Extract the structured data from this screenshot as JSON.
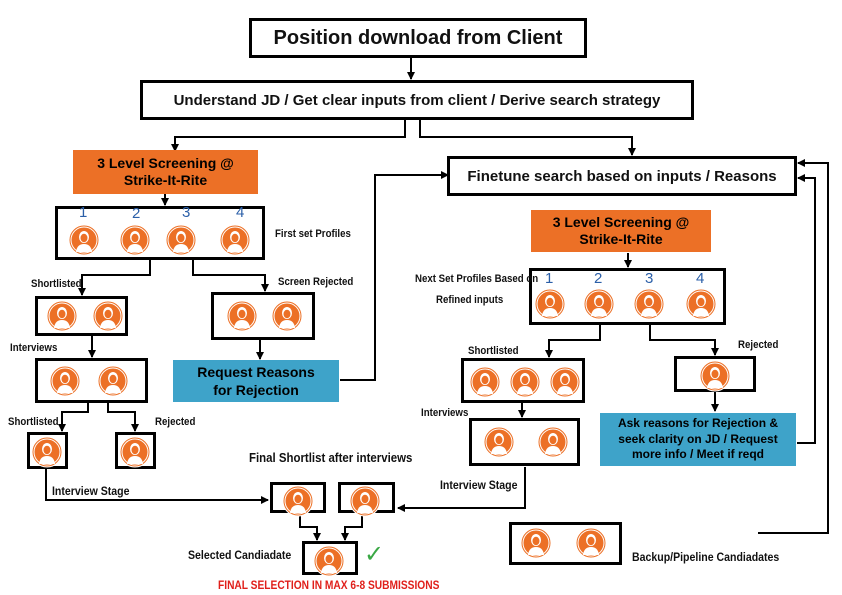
{
  "boxes": {
    "position_download": "Position download from Client",
    "understand_jd": "Understand JD / Get clear inputs from client / Derive search strategy",
    "finetune": "Finetune search based on inputs / Reasons"
  },
  "screening_left": "3 Level Screening @ Strike-It-Rite",
  "screening_right": "3 Level Screening @ Strike-It-Rite",
  "request_reasons": "Request Reasons for Rejection",
  "ask_reasons": "Ask reasons for Rejection & seek clarity on JD / Request more info / Meet if reqd",
  "numbers": [
    "1",
    "2",
    "3",
    "4"
  ],
  "labels": {
    "first_set": "First set Profiles",
    "shortlisted_1": "Shortlisted",
    "screen_rejected": "Screen Rejected",
    "interviews_left": "Interviews",
    "shortlisted_2": "Shortlisted",
    "rejected_left": "Rejected",
    "interview_stage_left": "Interview Stage",
    "final_shortlist": "Final Shortlist after interviews",
    "selected": "Selected Candiadate",
    "next_set_line1": "Next Set Profiles Based on",
    "next_set_line2": "Refined inputs",
    "shortlisted_right": "Shortlisted",
    "rejected_right": "Rejected",
    "interviews_right": "Interviews",
    "interview_stage_right": "Interview Stage",
    "backup": "Backup/Pipeline Candiadates"
  },
  "final_selection": "FINAL SELECTION IN MAX 6-8 SUBMISSIONS",
  "colors": {
    "orange": "#ec7026",
    "blue": "#3ea3c9",
    "red": "#e0201b",
    "green": "#3aa845",
    "number_blue": "#2b5fa8"
  },
  "icons": {
    "avatar": "person-avatar-icon",
    "check": "checkmark-icon"
  }
}
